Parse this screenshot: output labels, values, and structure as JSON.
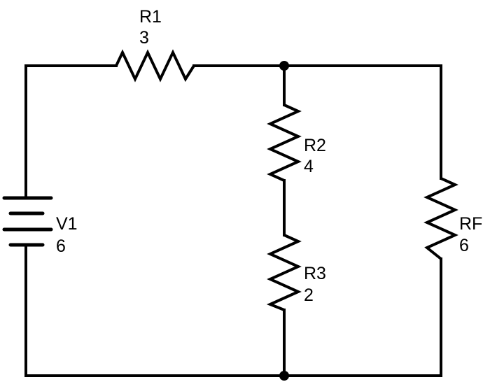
{
  "components": {
    "r1": {
      "name": "R1",
      "value": "3"
    },
    "r2": {
      "name": "R2",
      "value": "4"
    },
    "r3": {
      "name": "R3",
      "value": "2"
    },
    "rf": {
      "name": "RF",
      "value": "6"
    },
    "v1": {
      "name": "V1",
      "value": "6"
    }
  }
}
